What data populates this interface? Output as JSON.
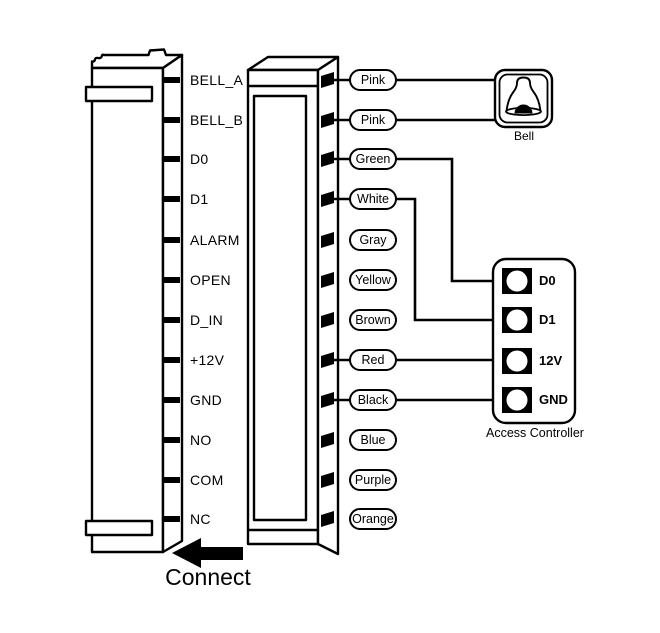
{
  "left_device": {
    "pins": [
      "BELL_A",
      "BELL_B",
      "D0",
      "D1",
      "ALARM",
      "OPEN",
      "D_IN",
      "+12V",
      "GND",
      "NO",
      "COM",
      "NC"
    ]
  },
  "wires": {
    "labels": [
      "Pink",
      "Pink",
      "Green",
      "White",
      "Gray",
      "Yellow",
      "Brown",
      "Red",
      "Black",
      "Blue",
      "Purple",
      "Orange"
    ]
  },
  "bell": {
    "label": "Bell"
  },
  "access_controller": {
    "label": "Access Controller",
    "terminals": [
      "D0",
      "D1",
      "12V",
      "GND"
    ]
  },
  "footer": {
    "connect_label": "Connect"
  },
  "connections": [
    {
      "wire": "Pink",
      "from_pin": "BELL_A",
      "to": "Bell"
    },
    {
      "wire": "Pink",
      "from_pin": "BELL_B",
      "to": "Bell"
    },
    {
      "wire": "Green",
      "from_pin": "D0",
      "to": "Access Controller D0"
    },
    {
      "wire": "White",
      "from_pin": "D1",
      "to": "Access Controller D1"
    },
    {
      "wire": "Red",
      "from_pin": "+12V",
      "to": "Access Controller 12V"
    },
    {
      "wire": "Black",
      "from_pin": "GND",
      "to": "Access Controller GND"
    }
  ],
  "colors": {
    "line": "#000000",
    "background": "#ffffff",
    "pin_fill": "#000000"
  }
}
